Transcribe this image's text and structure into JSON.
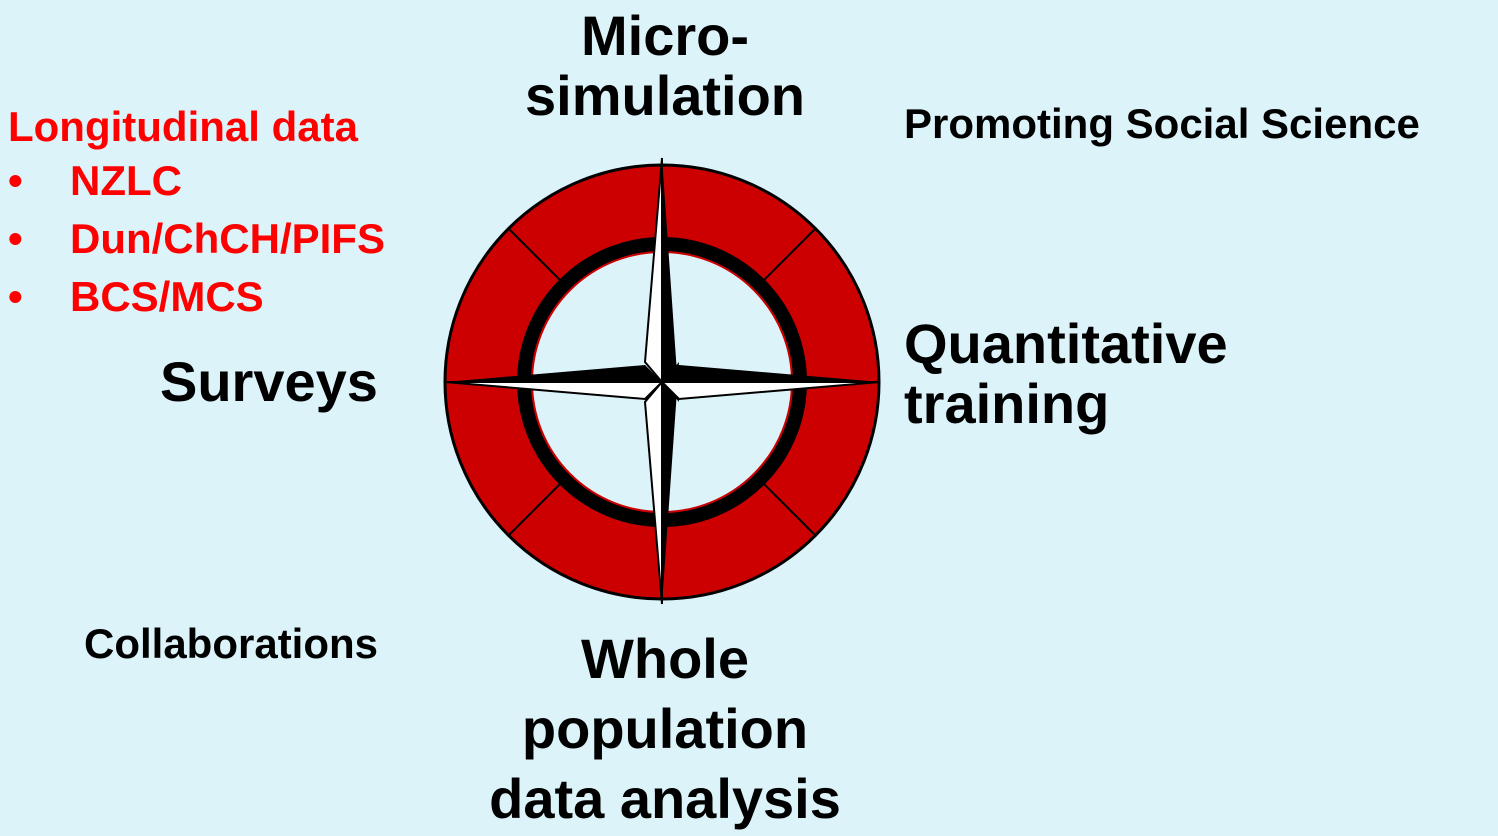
{
  "diagram": {
    "top_label": [
      "Micro-",
      "simulation"
    ],
    "left_label": "Surveys",
    "right_label": [
      "Quantitative",
      "training"
    ],
    "bottom_label": [
      "Whole",
      "population",
      "data analysis"
    ],
    "top_right_corner": "Promoting Social Science",
    "bottom_left_corner": "Collaborations",
    "longitudinal": {
      "heading": "Longitudinal data",
      "bullet": "•",
      "items": [
        "NZLC",
        "Dun/ChCH/PIFS",
        "BCS/MCS"
      ]
    }
  },
  "colors": {
    "background": "#dbf3f9",
    "ring_fill": "#cc0000",
    "accent_text": "#ff0000",
    "outline": "#000000",
    "star_light": "#ffffff",
    "star_dark": "#000000"
  },
  "icons": {
    "center_graphic": "compass-rose-icon"
  }
}
